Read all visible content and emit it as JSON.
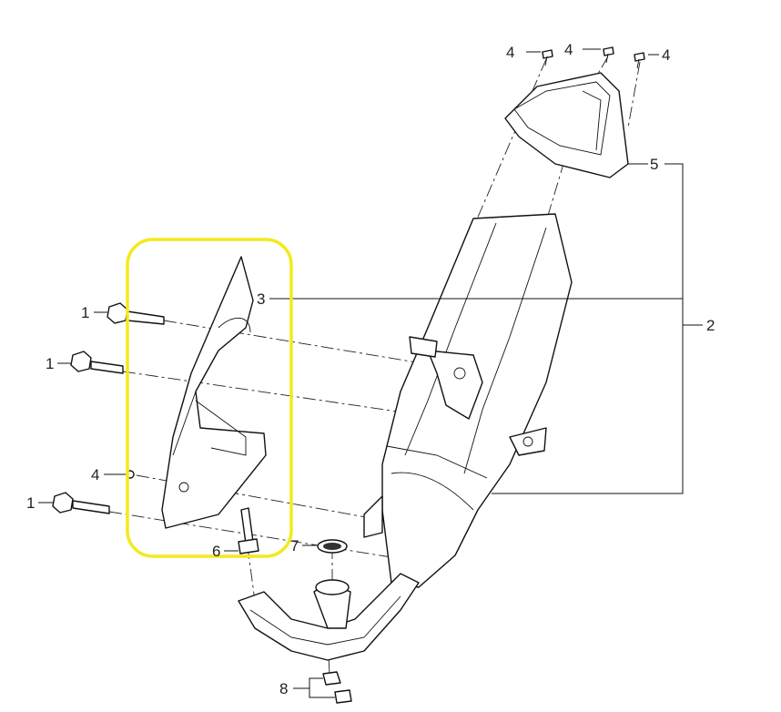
{
  "diagram": {
    "title": "Exhaust muffler assembly exploded view",
    "highlight_color": "#f2ea1c",
    "callouts": [
      {
        "id": "bolt-top-left",
        "label": "4"
      },
      {
        "id": "bolt-top-mid",
        "label": "4"
      },
      {
        "id": "bolt-top-right",
        "label": "4"
      },
      {
        "id": "end-cap",
        "label": "5"
      },
      {
        "id": "heat-shield",
        "label": "3"
      },
      {
        "id": "muffler",
        "label": "2"
      },
      {
        "id": "bolt-upper",
        "label": "1"
      },
      {
        "id": "bolt-middle",
        "label": "1"
      },
      {
        "id": "screw-shield",
        "label": "4"
      },
      {
        "id": "bolt-lower",
        "label": "1"
      },
      {
        "id": "stud",
        "label": "6"
      },
      {
        "id": "gasket",
        "label": "7"
      },
      {
        "id": "nuts",
        "label": "8"
      }
    ]
  }
}
